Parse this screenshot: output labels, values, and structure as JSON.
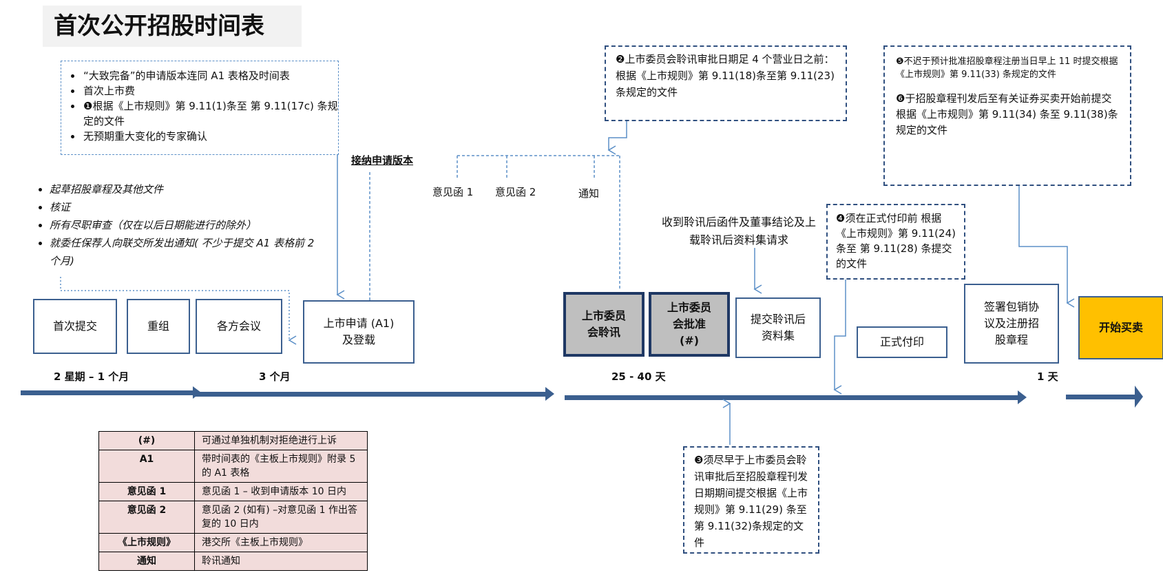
{
  "title": "首次公开招股时间表",
  "top_left_note": [
    "“大致完备”的申请版本连同 A1 表格及时间表",
    "首次上市费",
    "❶根据《上市规则》第 9.11(1)条至 第 9.11(17c) 条规定的文件",
    "无预期重大变化的专家确认"
  ],
  "prep_list": [
    "起草招股章程及其他文件",
    "核证",
    "所有尽职审查（仅在以后日期能进行的除外）",
    "就委任保荐人向联交所发出通知( 不少于提交 A1 表格前 2 个月)"
  ],
  "accept_label": "接纳申请版本",
  "letters": {
    "letter1": "意见函 1",
    "letter2": "意见函 2",
    "notice": "通知"
  },
  "note2": "❷上市委员会聆讯审批日期足 4 个营业日之前： 根据《上市规则》第 9.11(18)条至第 9.11(23) 条规定的文件",
  "note3": "❸须尽早于上市委员会聆讯审批后至招股章程刊发日期期间提交根据《上市规则》第 9.11(29) 条至第 9.11(32)条规定的文件",
  "note4": "❹须在正式付印前 根据《上市规则》第 9.11(24) 条至 第 9.11(28) 条提交的文件",
  "note5": "❺不迟于预计批准招股章程注册当日早上 11 时提交根据《上市规则》第 9.11(33) 条规定的文件",
  "note6": "❻于招股章程刊发后至有关证券买卖开始前提交根据《上市规则》第 9.11(34) 条至 9.11(38)条规定的文件",
  "post_hearing_label": "收到聆讯后函件及董事结论及上载聆讯后资料集请求",
  "steps": {
    "first_submit": "首次提交",
    "reorg": "重组",
    "meetings": "各方会议",
    "listing_app": "上市申请 (A1) 及登载",
    "hearing": "上市委员会聆讯",
    "approval": "上市委员会批准 (#)",
    "post_hearing": "提交聆讯后资料集",
    "printing": "正式付印",
    "signing": "签署包销协议及注册招股章程",
    "trading": "开始买卖"
  },
  "durations": {
    "d1": "2 星期 – 1 个月",
    "d2": "3 个月",
    "d3": "25 - 40 天",
    "d4": "1 天"
  },
  "legend": [
    {
      "key": "(#)",
      "value": "可通过单独机制对拒绝进行上诉"
    },
    {
      "key": "A1",
      "value": "带时间表的《主板上市规则》附录 5 的 A1 表格"
    },
    {
      "key": "意见函 1",
      "value": "意见函 1 – 收到申请版本 10 日内"
    },
    {
      "key": "意见函 2",
      "value": "意见函 2 (如有) –对意见函 1 作出答复的 10 日内"
    },
    {
      "key": "《上市规则》",
      "value": "港交所《主板上市规则》"
    },
    {
      "key": "通知",
      "value": "聆讯通知"
    }
  ],
  "colors": {
    "arrow": "#3b5f8f",
    "connector": "#5b8fc7",
    "gold": "#ffc000",
    "gray": "#bfbfbf",
    "legend_fill": "#f2dcdb"
  }
}
